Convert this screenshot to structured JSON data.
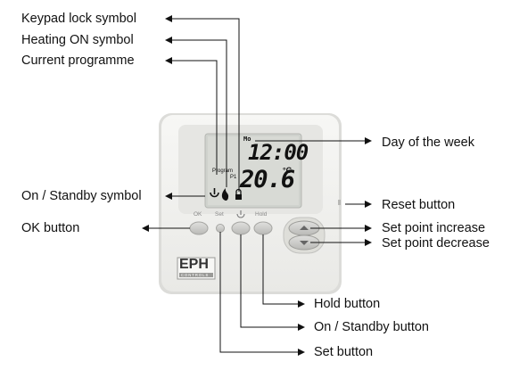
{
  "labels": {
    "keypad_lock_symbol": "Keypad lock symbol",
    "heating_on_symbol": "Heating ON symbol",
    "current_programme": "Current programme",
    "on_standby_symbol": "On / Standby symbol",
    "ok_button": "OK button",
    "day_of_week": "Day of the week",
    "reset_button": "Reset button",
    "set_point_increase": "Set point increase",
    "set_point_decrease": "Set point decrease",
    "hold_button": "Hold button",
    "on_standby_button": "On / Standby button",
    "set_button": "Set button"
  },
  "device": {
    "brand": "EPH",
    "brand_sub": "CONTROLS",
    "lcd": {
      "day": "Mo",
      "time": "12:00",
      "programme_word": "Program",
      "programme_number": "P1",
      "temperature": "20.6",
      "unit": "°C"
    },
    "button_labels": {
      "ok": "OK",
      "set": "Set",
      "hold": "Hold"
    }
  },
  "colors": {
    "body": "#f3f3f1",
    "lcd": "#d6d8d4",
    "segment": "#111111",
    "button": "#c9c9c7",
    "line": "#111111"
  }
}
